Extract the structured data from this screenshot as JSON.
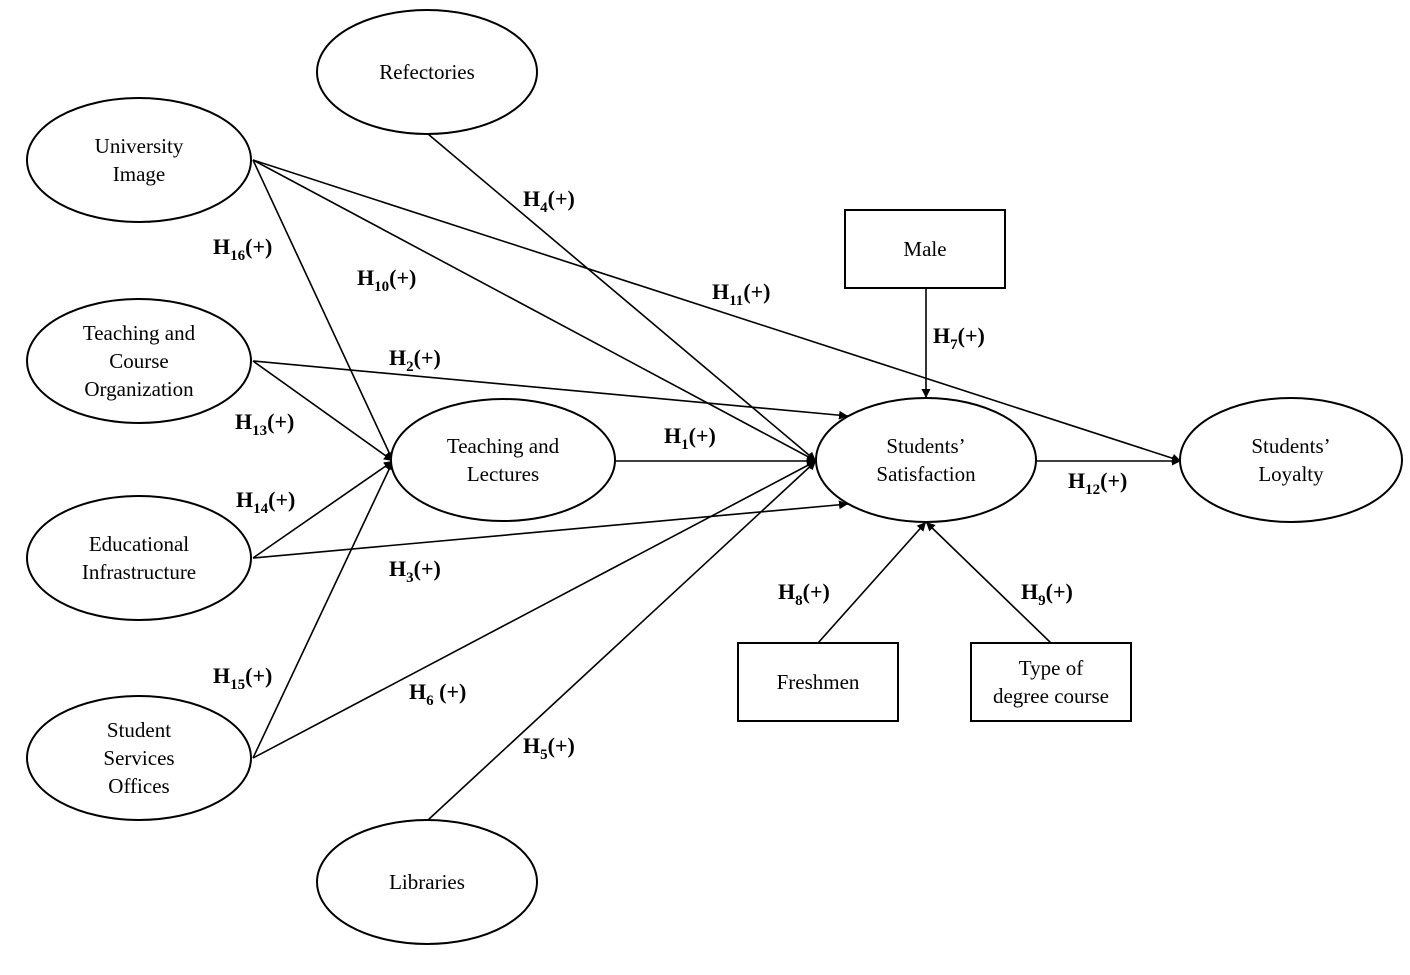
{
  "nodes": {
    "refectories": {
      "shape": "ellipse",
      "lines": [
        "Refectories"
      ]
    },
    "univ_image": {
      "shape": "ellipse",
      "lines": [
        "University",
        "Image"
      ]
    },
    "teach_course": {
      "shape": "ellipse",
      "lines": [
        "Teaching and",
        "Course",
        "Organization"
      ]
    },
    "edu_infra": {
      "shape": "ellipse",
      "lines": [
        "Educational",
        "Infrastructure"
      ]
    },
    "student_serv": {
      "shape": "ellipse",
      "lines": [
        "Student",
        "Services",
        "Offices"
      ]
    },
    "libraries": {
      "shape": "ellipse",
      "lines": [
        "Libraries"
      ]
    },
    "teach_lect": {
      "shape": "ellipse",
      "lines": [
        "Teaching and",
        "Lectures"
      ]
    },
    "satisfaction": {
      "shape": "ellipse",
      "lines": [
        "Students’",
        "Satisfaction"
      ]
    },
    "loyalty": {
      "shape": "ellipse",
      "lines": [
        "Students’",
        "Loyalty"
      ]
    },
    "male": {
      "shape": "rect",
      "lines": [
        "Male"
      ]
    },
    "freshmen": {
      "shape": "rect",
      "lines": [
        "Freshmen"
      ]
    },
    "degree_type": {
      "shape": "rect",
      "lines": [
        "Type of",
        "degree course"
      ]
    }
  },
  "edges": [
    {
      "id": "H1",
      "from": "teach_lect",
      "to": "satisfaction",
      "label": {
        "main": "H",
        "sub": "1",
        "suffix": "(+)"
      }
    },
    {
      "id": "H2",
      "from": "teach_course",
      "to": "satisfaction",
      "label": {
        "main": "H",
        "sub": "2",
        "suffix": "(+)"
      }
    },
    {
      "id": "H3",
      "from": "edu_infra",
      "to": "satisfaction",
      "label": {
        "main": "H",
        "sub": "3",
        "suffix": "(+)"
      }
    },
    {
      "id": "H4",
      "from": "refectories",
      "to": "satisfaction",
      "label": {
        "main": "H",
        "sub": "4",
        "suffix": "(+)"
      }
    },
    {
      "id": "H5",
      "from": "libraries",
      "to": "satisfaction",
      "label": {
        "main": "H",
        "sub": "5",
        "suffix": "(+)"
      }
    },
    {
      "id": "H6",
      "from": "student_serv",
      "to": "satisfaction",
      "label": {
        "main": "H",
        "sub": "6",
        "suffix": " (+)"
      }
    },
    {
      "id": "H7",
      "from": "male",
      "to": "satisfaction",
      "label": {
        "main": "H",
        "sub": "7",
        "suffix": "(+)"
      }
    },
    {
      "id": "H8",
      "from": "freshmen",
      "to": "satisfaction",
      "label": {
        "main": "H",
        "sub": "8",
        "suffix": "(+)"
      }
    },
    {
      "id": "H9",
      "from": "degree_type",
      "to": "satisfaction",
      "label": {
        "main": "H",
        "sub": "9",
        "suffix": "(+)"
      }
    },
    {
      "id": "H10",
      "from": "univ_image",
      "to": "satisfaction",
      "label": {
        "main": "H",
        "sub": "10",
        "suffix": "(+)"
      }
    },
    {
      "id": "H11",
      "from": "univ_image",
      "to": "loyalty",
      "label": {
        "main": "H",
        "sub": "11",
        "suffix": "(+)"
      }
    },
    {
      "id": "H12",
      "from": "satisfaction",
      "to": "loyalty",
      "label": {
        "main": "H",
        "sub": "12",
        "suffix": "(+)"
      }
    },
    {
      "id": "H13",
      "from": "teach_course",
      "to": "teach_lect",
      "label": {
        "main": "H",
        "sub": "13",
        "suffix": "(+)"
      }
    },
    {
      "id": "H14",
      "from": "edu_infra",
      "to": "teach_lect",
      "label": {
        "main": "H",
        "sub": "14",
        "suffix": "(+)"
      }
    },
    {
      "id": "H15",
      "from": "student_serv",
      "to": "teach_lect",
      "label": {
        "main": "H",
        "sub": "15",
        "suffix": "(+)"
      }
    },
    {
      "id": "H16",
      "from": "univ_image",
      "to": "teach_lect",
      "label": {
        "main": "H",
        "sub": "16",
        "suffix": "(+)"
      }
    }
  ]
}
